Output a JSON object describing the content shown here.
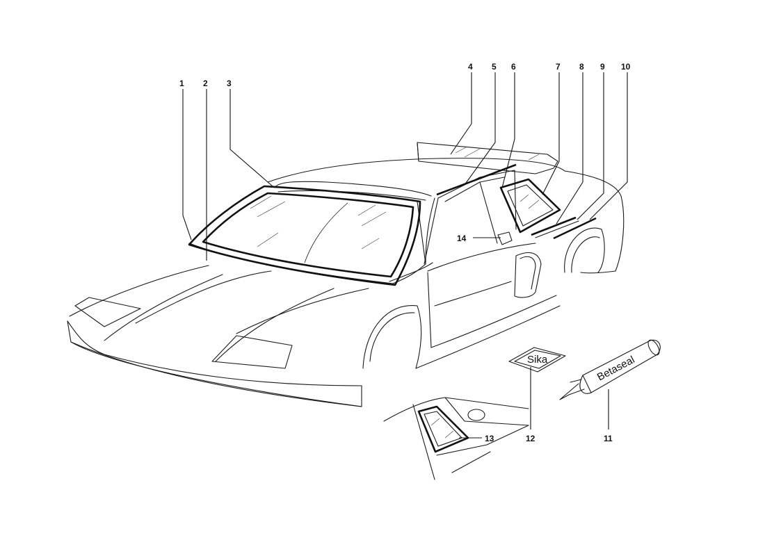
{
  "callouts": {
    "c1": "1",
    "c2": "2",
    "c3": "3",
    "c4": "4",
    "c5": "5",
    "c6": "6",
    "c7": "7",
    "c8": "8",
    "c9": "9",
    "c10": "10",
    "c11": "11",
    "c12": "12",
    "c13": "13",
    "c14": "14"
  },
  "sealant_tube_text": "Betaseal",
  "decal_text": "Sika"
}
